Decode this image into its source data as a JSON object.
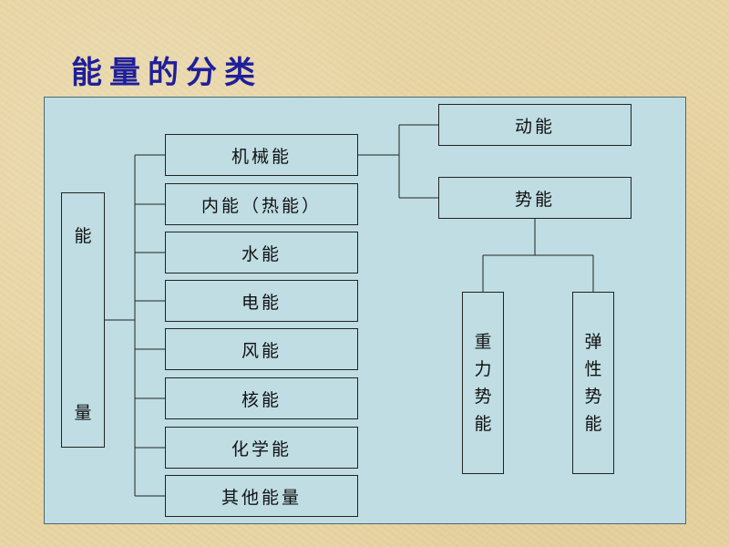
{
  "title": "能量的分类",
  "root": {
    "char1": "能",
    "char2": "量"
  },
  "categories": [
    "机械能",
    "内能（热能）",
    "水能",
    "电能",
    "风能",
    "核能",
    "化学能",
    "其他能量"
  ],
  "mechanical_children": {
    "kinetic": "动能",
    "potential": "势能"
  },
  "potential_children": {
    "gravitational": [
      "重",
      "力",
      "势",
      "能"
    ],
    "elastic": [
      "弹",
      "性",
      "势",
      "能"
    ]
  }
}
